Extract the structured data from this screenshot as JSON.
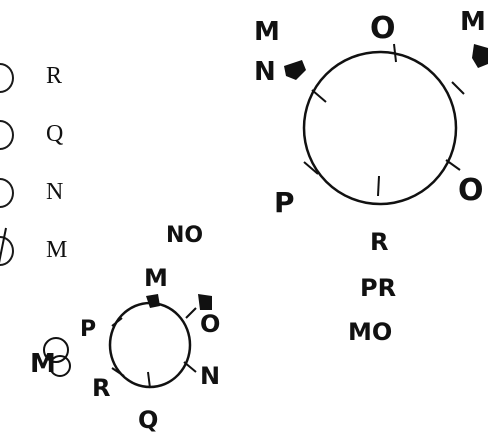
{
  "options": [
    {
      "label": "R"
    },
    {
      "label": "Q"
    },
    {
      "label": "N"
    },
    {
      "label": "M"
    }
  ],
  "handwriting": {
    "big_circle": {
      "top": "O",
      "top_right": "M",
      "top_left_1": "M",
      "top_left_2": "N",
      "right": "O",
      "left": "P",
      "bottom": "R",
      "below_1": "PR",
      "below_2": "MO"
    },
    "small_circle": {
      "above": "NO",
      "top": "M",
      "right_top": "O",
      "right_bottom": "N",
      "left": "P",
      "left_scribble": "M",
      "left_bottom": "R",
      "bottom": "Q"
    }
  }
}
